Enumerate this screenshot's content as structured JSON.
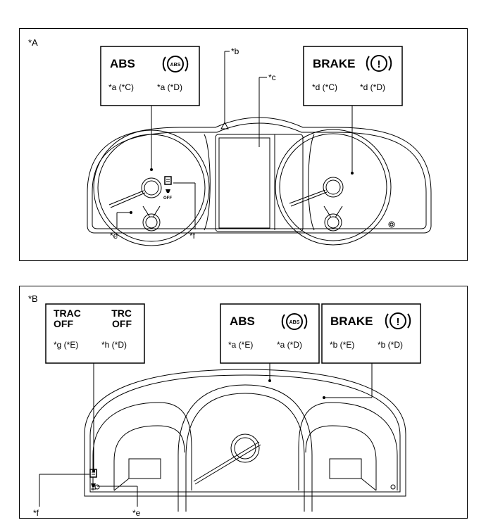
{
  "panel_a": {
    "tag": "*A",
    "abs_box": {
      "title": "ABS",
      "icon_text": "ABS",
      "left": "*a (*C)",
      "right": "*a (*D)"
    },
    "brake_box": {
      "title": "BRAKE",
      "icon_text": "!",
      "left": "*d (*C)",
      "right": "*d (*D)"
    },
    "callouts": {
      "b": "*b",
      "c": "*c",
      "e": "*e",
      "f": "*f"
    },
    "off_icon_text": "OFF"
  },
  "panel_b": {
    "tag": "*B",
    "trac_box": {
      "title_left_1": "TRAC",
      "title_left_2": "OFF",
      "title_right_1": "TRC",
      "title_right_2": "OFF",
      "left": "*g (*E)",
      "right": "*h (*D)"
    },
    "abs_box": {
      "title": "ABS",
      "icon_text": "ABS",
      "left": "*a (*E)",
      "right": "*a (*D)"
    },
    "brake_box": {
      "title": "BRAKE",
      "icon_text": "!",
      "left": "*b (*E)",
      "right": "*b (*D)"
    },
    "callouts": {
      "e": "*e",
      "f": "*f"
    }
  }
}
